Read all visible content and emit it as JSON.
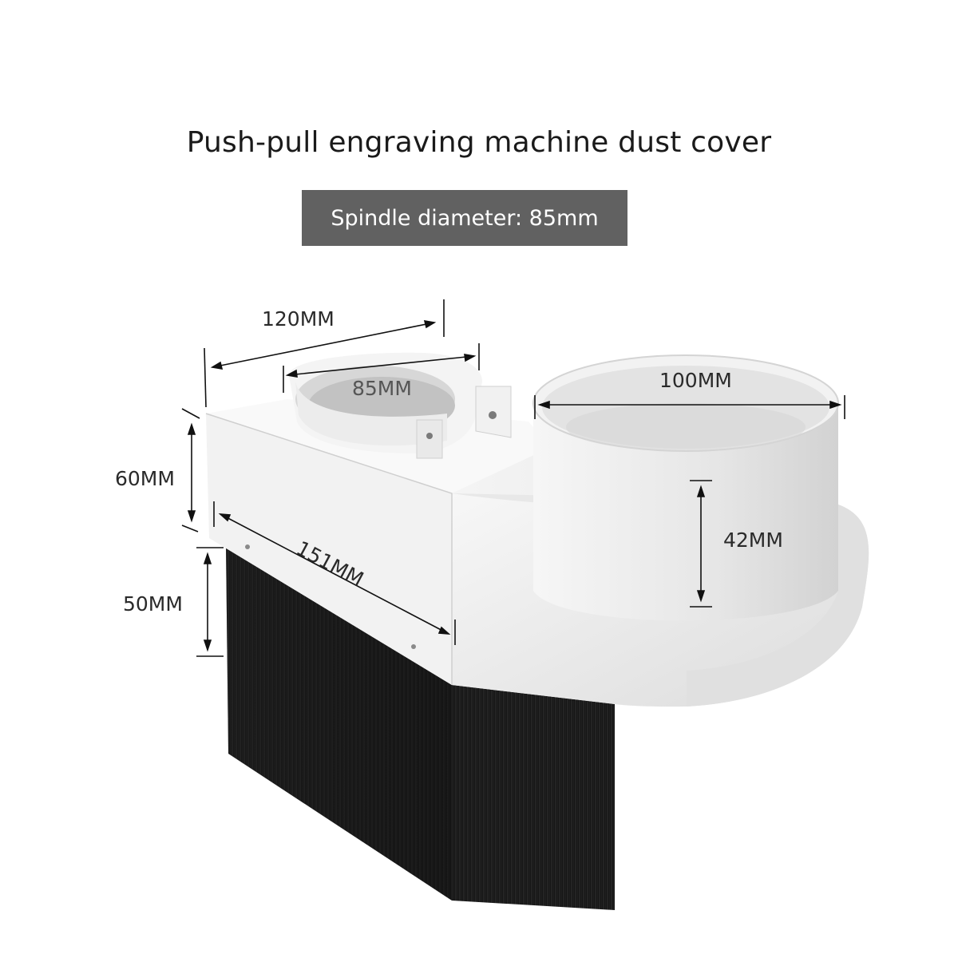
{
  "header": {
    "title": "Push-pull engraving machine dust cover",
    "badge": "Spindle diameter: 85mm"
  },
  "dimensions": {
    "length_top": "120MM",
    "spindle_ring": "85MM",
    "outlet_diameter": "100MM",
    "body_height": "60MM",
    "side_length": "151MM",
    "outlet_height": "42MM",
    "brush_height": "50MM"
  },
  "colors": {
    "body": "#ededed",
    "brush": "#141414",
    "badge": "#616161"
  }
}
